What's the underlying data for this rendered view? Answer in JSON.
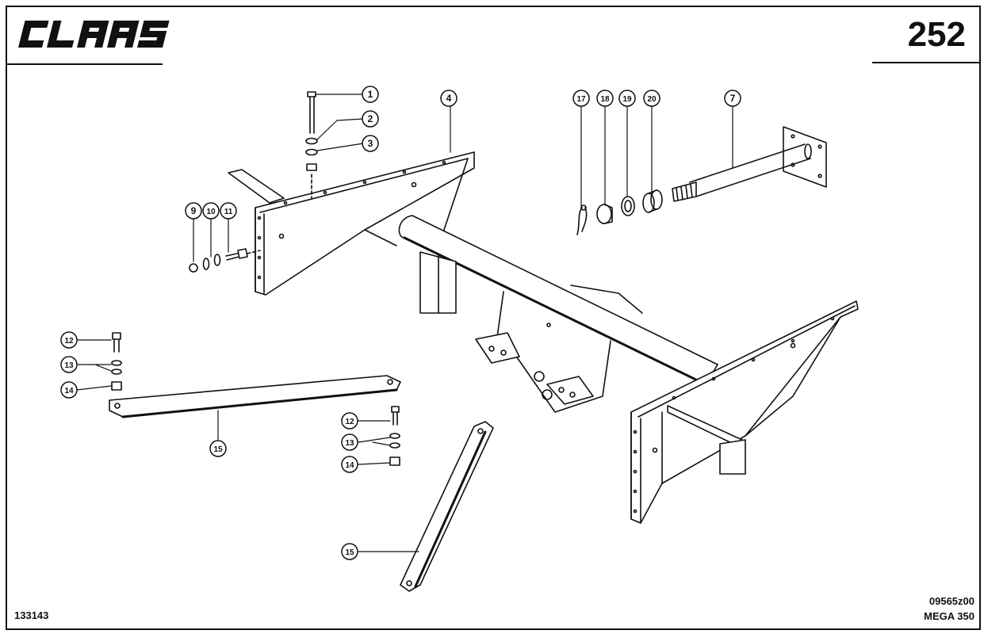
{
  "header": {
    "brand": "CLAAS",
    "page_number": "252"
  },
  "callouts": {
    "c1": "1",
    "c2": "2",
    "c3": "3",
    "c4": "4",
    "c7": "7",
    "c9": "9",
    "c10": "10",
    "c11": "11",
    "c12a": "12",
    "c13a": "13",
    "c14a": "14",
    "c15a": "15",
    "c12b": "12",
    "c13b": "13",
    "c14b": "14",
    "c15b": "15",
    "c17": "17",
    "c18": "18",
    "c19": "19",
    "c20": "20"
  },
  "footer": {
    "left_code": "133143",
    "drawing_code": "09565z00",
    "model": "MEGA 350"
  },
  "colors": {
    "ink": "#111111",
    "paper": "#ffffff"
  }
}
